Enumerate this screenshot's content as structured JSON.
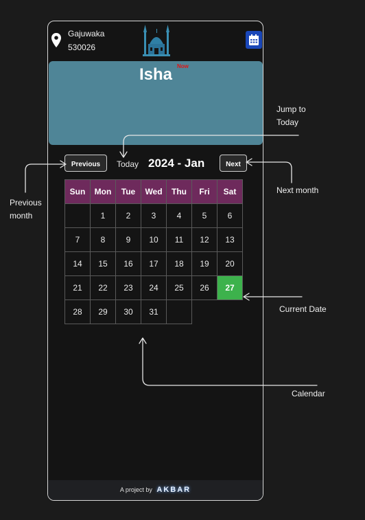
{
  "location": {
    "name": "Gajuwaka",
    "code": "530026"
  },
  "icons": {
    "location": "map-pin-icon",
    "logo": "mosque-icon",
    "calendar": "calendar-icon"
  },
  "prayer": {
    "current": "Isha",
    "badge": "Now"
  },
  "calendar": {
    "prev_label": "Previous",
    "next_label": "Next",
    "today_label": "Today",
    "month_label": "2024 - Jan",
    "weekdays": [
      "Sun",
      "Mon",
      "Tue",
      "Wed",
      "Thu",
      "Fri",
      "Sat"
    ],
    "weeks": [
      [
        "",
        "1",
        "2",
        "3",
        "4",
        "5",
        "6"
      ],
      [
        "7",
        "8",
        "9",
        "10",
        "11",
        "12",
        "13"
      ],
      [
        "14",
        "15",
        "16",
        "17",
        "18",
        "19",
        "20"
      ],
      [
        "21",
        "22",
        "23",
        "24",
        "25",
        "26",
        "27"
      ],
      [
        "28",
        "29",
        "30",
        "31",
        "",
        null,
        null
      ]
    ],
    "current_date": "27"
  },
  "footer": {
    "prefix": "A project by",
    "brand": "AKBAR"
  },
  "annotations": {
    "jump_to_today": "Jump to\nToday",
    "next_month": "Next month",
    "previous_month": "Previous\nmonth",
    "current_date": "Current Date",
    "calendar": "Calendar"
  },
  "colors": {
    "card": "#4f8597",
    "weekday_header": "#6e2a5c",
    "current_date": "#3db24c",
    "calendar_button": "#1a47b8",
    "now_badge": "#e01515"
  }
}
